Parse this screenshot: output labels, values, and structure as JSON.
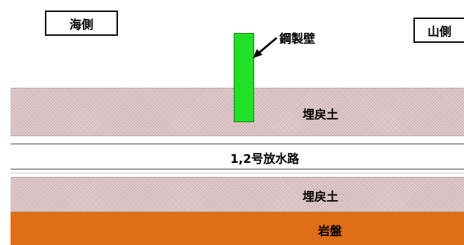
{
  "labels": {
    "sea_side": "海側",
    "mountain_side": "山側",
    "steel_wall": "鋼製壁",
    "backfill_upper": "埋戻土",
    "discharge_channel": "1,2号放水路",
    "backfill_lower": "埋戻土",
    "bedrock": "岩盤"
  },
  "colors": {
    "steel_wall": "#22e028",
    "backfill": "#e7d2d2",
    "bedrock": "#e06e16"
  }
}
